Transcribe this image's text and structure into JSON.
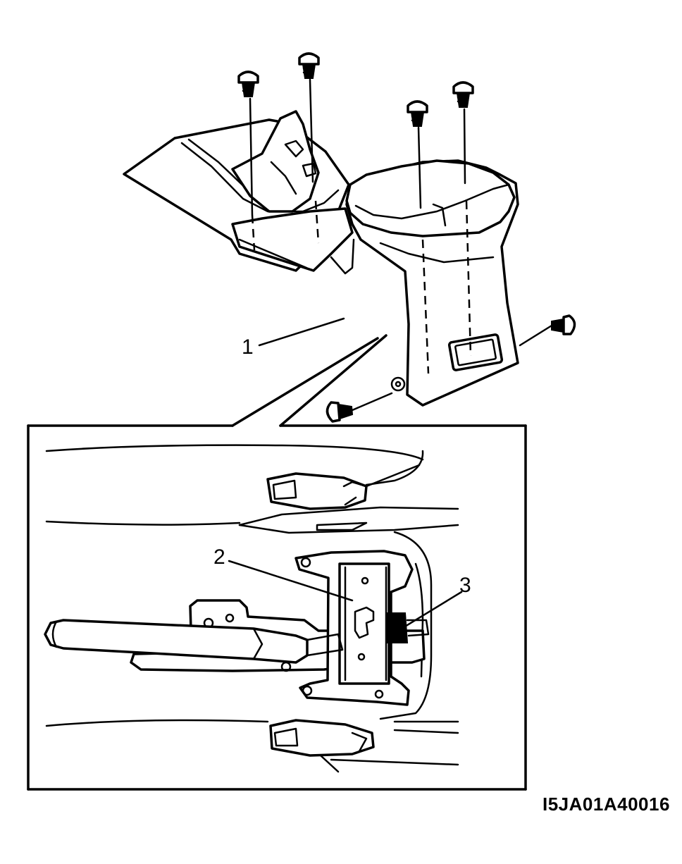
{
  "callouts": {
    "part_1": "1",
    "part_2": "2",
    "part_3": "3"
  },
  "figure_code": "I5JA01A40016",
  "colors": {
    "ink": "#000000",
    "paper": "#ffffff"
  }
}
